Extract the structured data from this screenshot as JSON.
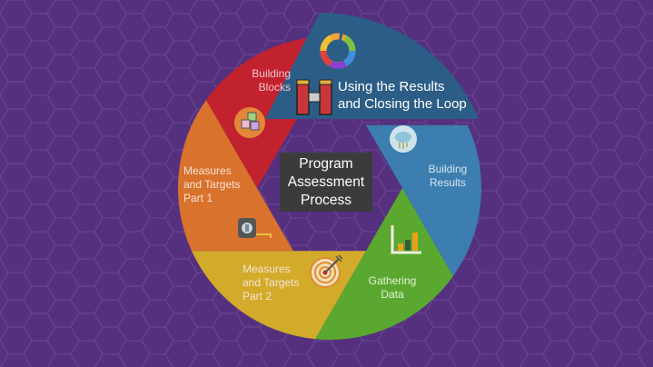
{
  "center": {
    "line1": "Program",
    "line2": "Assessment",
    "line3": "Process"
  },
  "segments": [
    {
      "id": "gathering-data",
      "lines": [
        "Gathering",
        "Data"
      ],
      "color": "#5aa82f",
      "icon": "bar-chart-icon"
    },
    {
      "id": "measures-targets-2",
      "lines": [
        "Measures",
        "and Targets",
        "Part 2"
      ],
      "color": "#d2ab2a",
      "icon": "target-arrow-icon"
    },
    {
      "id": "measures-targets-1",
      "lines": [
        "Measures",
        "and Targets",
        "Part 1"
      ],
      "color": "#d9722c",
      "icon": "tape-measure-icon"
    },
    {
      "id": "building-blocks",
      "lines": [
        "Building",
        "Blocks"
      ],
      "color": "#c2212e",
      "icon": "blocks-icon"
    },
    {
      "id": "using-results",
      "lines": [
        "Using the Results",
        "and Closing the Loop"
      ],
      "color": "#2c5d86",
      "icon": "cycle-arrows-icon"
    },
    {
      "id": "building-results",
      "lines": [
        "Building",
        "Results"
      ],
      "color": "#3b7eaf",
      "icon": "cloud-icon"
    }
  ],
  "colors": {
    "background": "#55307f",
    "center_box": "#3b3b3b"
  }
}
